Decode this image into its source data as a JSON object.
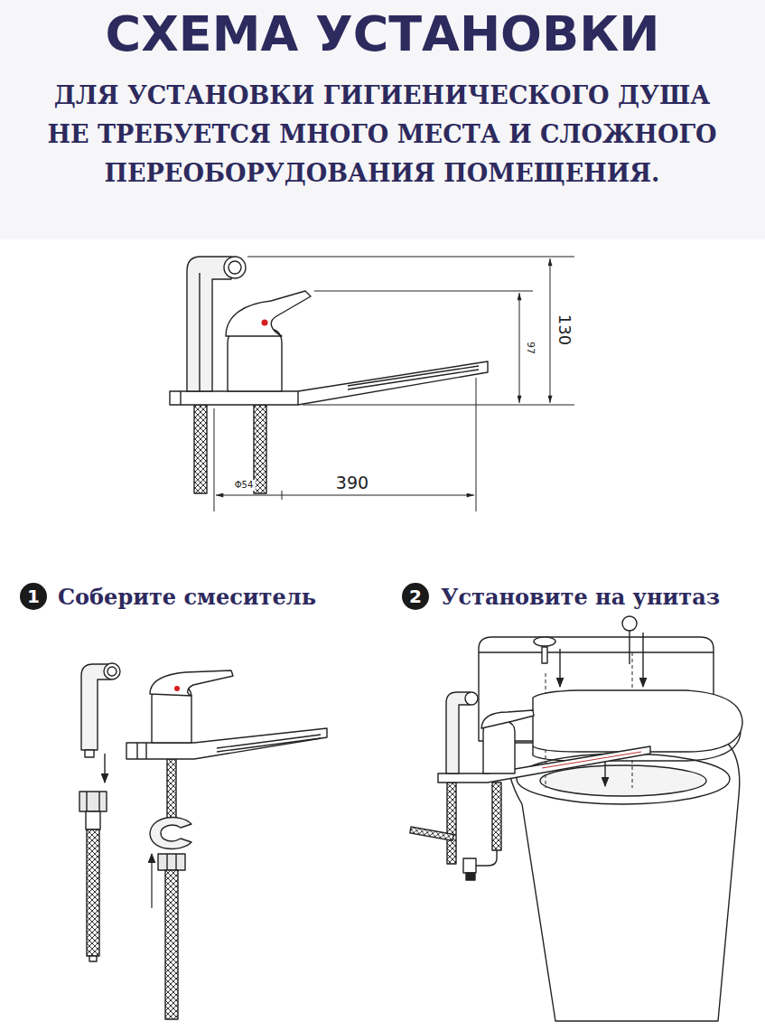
{
  "diagram": {
    "title": "СХЕМА УСТАНОВКИ",
    "nodes": [
      {
        "text": [
          "1"
        ]
      },
      {
        "text": [
          "2"
        ]
      }
    ],
    "labels": [
      "ДЛЯ УСТАНОВКИ ГИГИЕНИЧЕСКОГО ДУША НЕ ТРЕБУЕТСЯ МНОГО МЕСТА И СЛОЖНОГО ПЕРЕОБОРУДОВАНИЯ ПОМЕЩЕНИЯ.",
      "130",
      "97",
      "Φ54",
      "390",
      "Соберите смеситель",
      "Установите на унитаз"
    ]
  }
}
